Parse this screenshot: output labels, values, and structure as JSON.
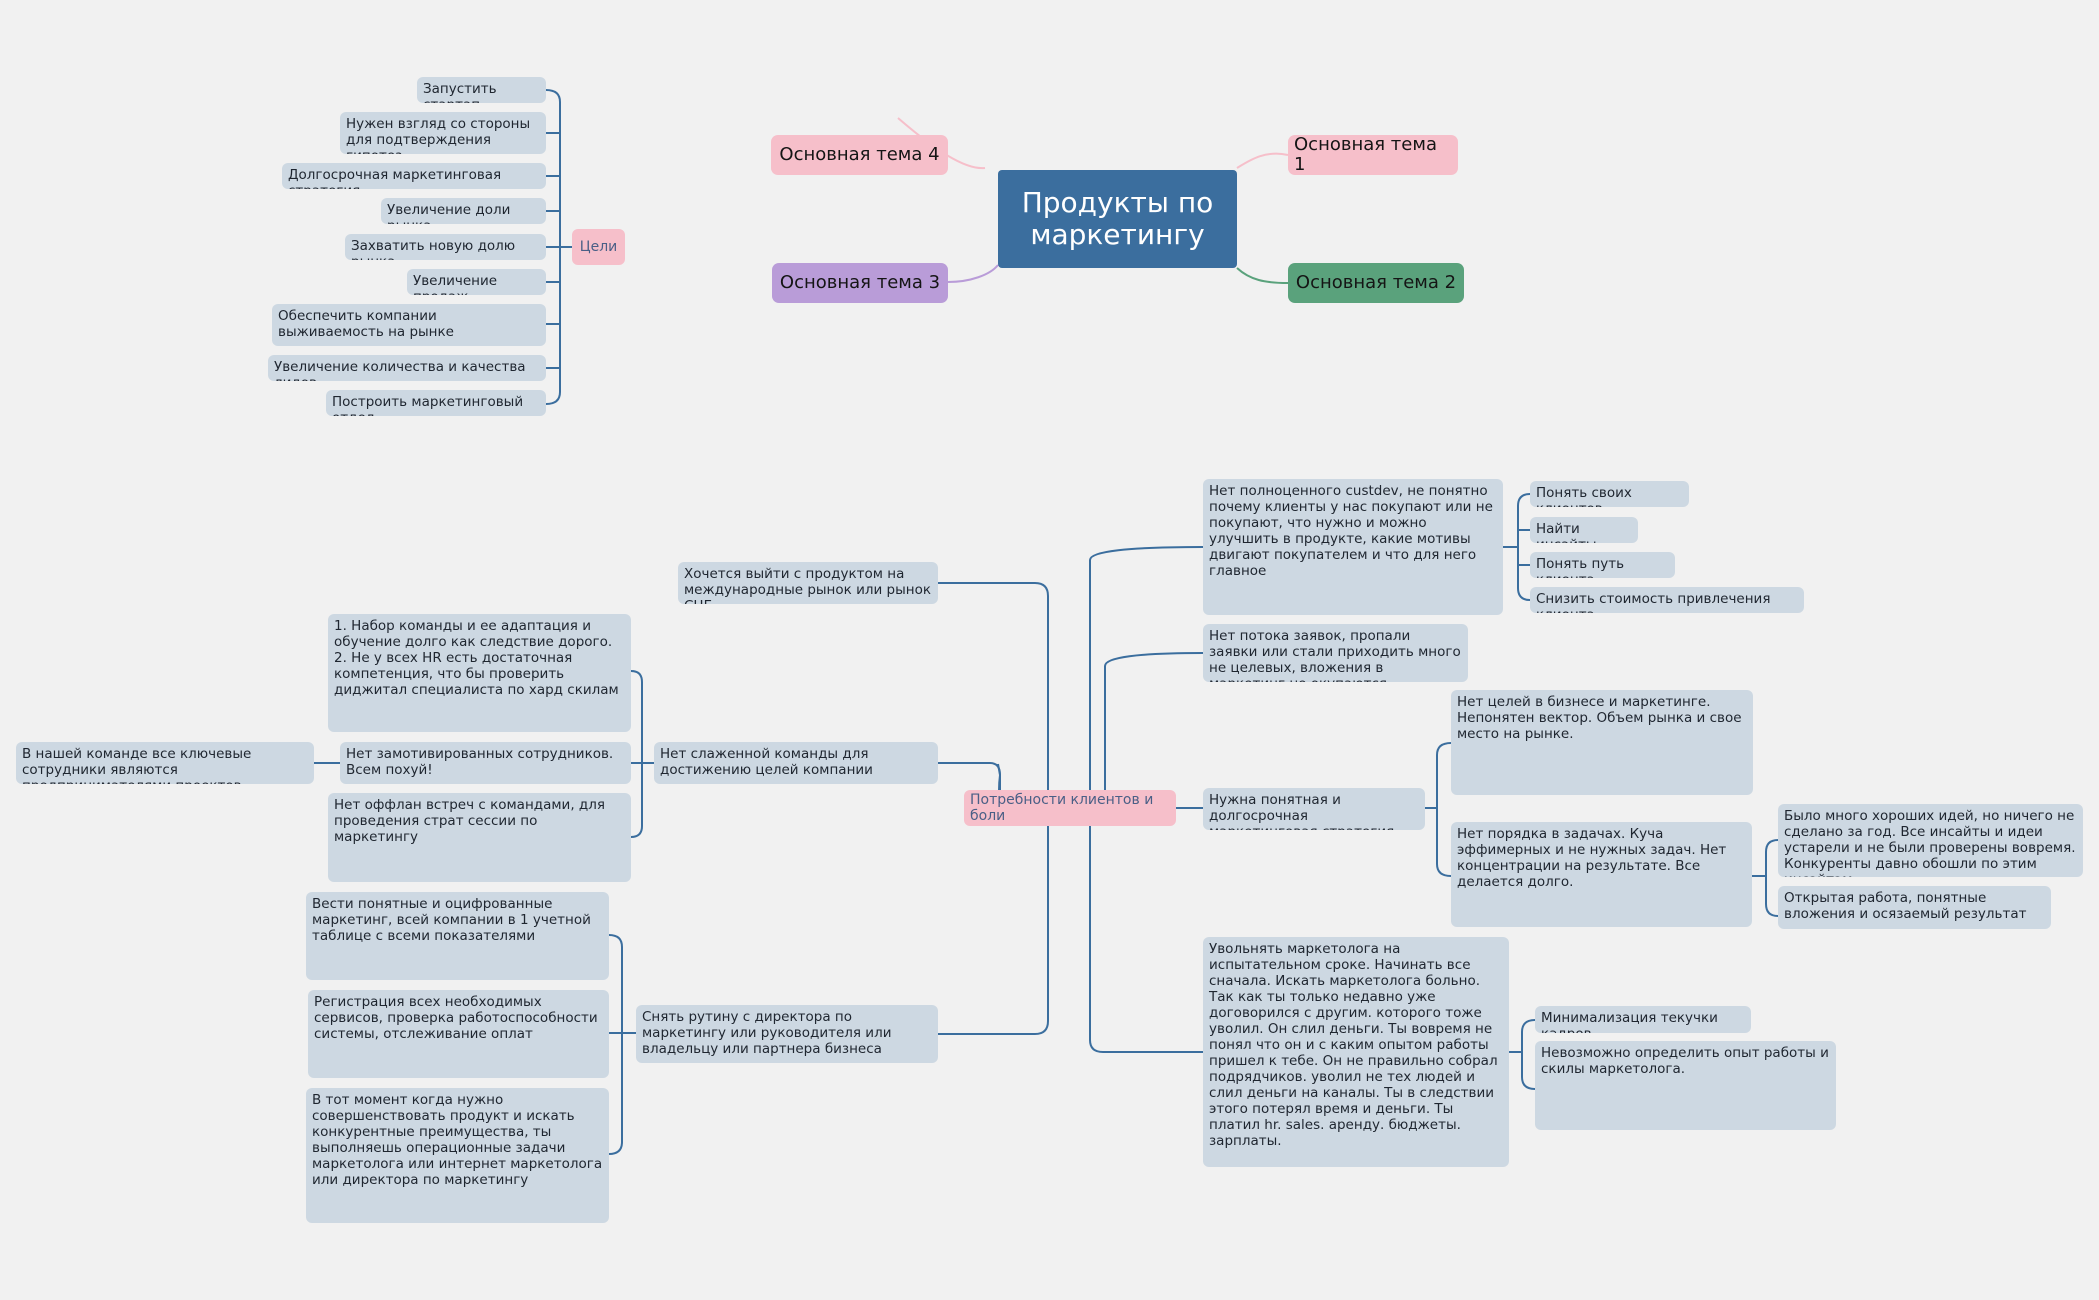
{
  "colors": {
    "background": "#f1f1f1",
    "central": "#3b6e9e",
    "node": "#cdd8e2",
    "pink": "#f6bfca",
    "green": "#5aa27c",
    "purple": "#b99cd8",
    "line": "#3b6e9e"
  },
  "central": {
    "label": "Продукты по маркетингу"
  },
  "topics": {
    "t1": "Основная тема 1",
    "t2": "Основная тема 2",
    "t3": "Основная тема 3",
    "t4": "Основная тема 4"
  },
  "goals": {
    "label": "Цели",
    "items": [
      "Запустить стартап",
      "Нужен взгляд со стороны для подтверждения гипотез",
      "Долгосрочная маркетинговая стратегия",
      "Увеличение доли рынка",
      "Захватить новую долю рынка",
      "Увеличение продаж",
      "Обеспечить компании выживаемость на рынке",
      "Увеличение количества и качества лидов",
      "Построить маркетинговый отдел"
    ]
  },
  "needs": {
    "label": "Потребности клиентов и боли",
    "left": {
      "international": "Хочется выйти с продуктом на международные рынок или рынок СНГ",
      "team": "Нет слаженной команды для достижению целей компании",
      "team_children": {
        "hiring": "1. Набор команды и ее адаптация и обучение долго как следствие дорого. 2. Не у всех HR есть достаточная компетенция, что бы проверить диджитал специалиста по хард скилам",
        "motivation": "Нет замотивированных сотрудников. Всем похуй!",
        "motivation_note": "В нашей команде все ключевые сотрудники являются предпринимателями проектов",
        "offline": "Нет оффлан встреч с командами, для проведения страт сессии по маркетингу"
      },
      "routine": "Снять рутину с директора по маркетингу или руководителя или владельцу или партнера бизнеса",
      "routine_children": {
        "table": "Вести понятные и оцифрованные маркетинг, всей компании в 1 учетной таблице с всеми показателями",
        "services": "Регистрация всех необходимых сервисов, проверка работоспособности системы, отслеживание оплат",
        "improve": "В тот момент когда нужно совершенствовать продукт и искать конкурентные преимущества, ты выполняешь операционные задачи маркетолога или интернет маркетолога или директора по маркетингу"
      }
    },
    "right": {
      "custdev": "Нет полноценного custdev, не понятно почему клиенты у нас покупают или не покупают, что нужно и можно улучшить в продукте, какие мотивы двигают покупателем и что для него главное",
      "custdev_children": [
        "Понять своих клиентов",
        "Найти инсайты",
        "Понять путь клиента",
        "Снизить стоимость привлечения клиента"
      ],
      "leads": "Нет потока заявок, пропали заявки или стали приходить много не целевых, вложения в маркетинг не окупаются",
      "strategy": "Нужна понятная и долгосрочная маркетинговая стратегия",
      "strategy_children": {
        "no_goals": "Нет целей в бизнесе и маркетинге. Непонятен вектор. Объем рынка и свое место на рынке.",
        "no_order": "Нет порядка в задачах. Куча эффимерных и не нужных задач. Нет концентрации на результате. Все делается долго.",
        "ideas": "Было много хороших идей, но ничего не сделано за год. Все инсайты и идеи устарели и не были проверены вовремя. Конкуренты давно обошли по этим инсайтам.",
        "open_work": "Открытая работа, понятные вложения и осязаемый результат"
      },
      "fire": "Увольнять маркетолога на испытательном сроке. Начинать все сначала. Искать маркетолога больно. Так как ты только недавно уже договорился с другим. которого тоже уволил. Он слил деньги. Ты вовремя не понял что он и с каким опытом работы пришел к тебе. Он не правильно собрал подрядчиков. уволил не тех людей и слил деньги на каналы. Ты в следствии этого потерял время и деньги. Ты платил hr. sales. аренду. бюджеты. зарплаты.",
      "fire_children": {
        "turnover": "Минимализация текучки кадров",
        "experience": "Невозможно определить опыт работы и скилы маркетолога."
      }
    }
  }
}
